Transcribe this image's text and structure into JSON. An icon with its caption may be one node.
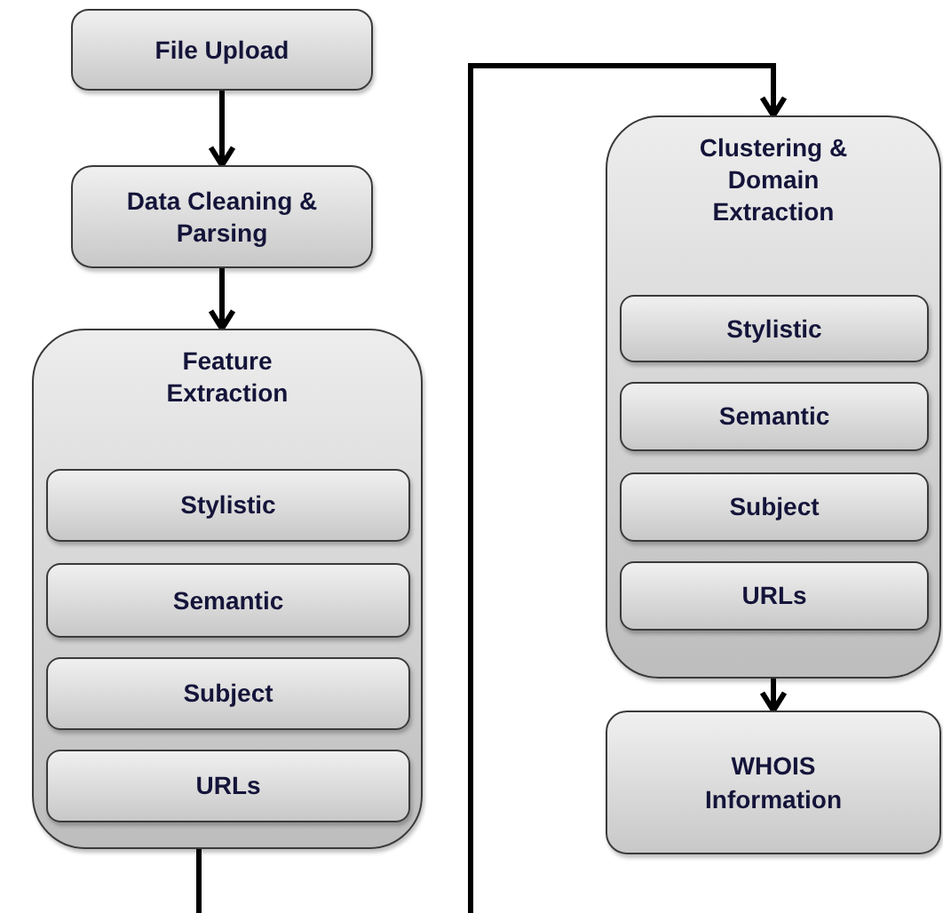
{
  "diagram": {
    "nodes": [
      {
        "text": [
          "File Upload"
        ]
      },
      {
        "text": [
          "Data Cleaning & Parsing"
        ]
      },
      {
        "text": [
          "Feature Extraction"
        ]
      },
      {
        "text": [
          "Stylistic"
        ],
        "in": 2
      },
      {
        "text": [
          "Semantic"
        ],
        "in": 2
      },
      {
        "text": [
          "Subject"
        ],
        "in": 2
      },
      {
        "text": [
          "URLs"
        ],
        "in": 2
      },
      {
        "text": [
          "Clustering & Domain Extraction"
        ]
      },
      {
        "text": [
          "Stylistic"
        ],
        "in": 7
      },
      {
        "text": [
          "Semantic"
        ],
        "in": 7
      },
      {
        "text": [
          "Subject"
        ],
        "in": 7
      },
      {
        "text": [
          "URLs"
        ],
        "in": 7
      },
      {
        "text": [
          "WHOIS Information"
        ]
      }
    ],
    "edges": [
      {
        "from": 0,
        "to": 1,
        "arrow": "to"
      },
      {
        "from": 1,
        "to": 2,
        "arrow": "to"
      },
      {
        "from": 2,
        "to": 7,
        "arrow": "to"
      },
      {
        "from": 7,
        "to": 12,
        "arrow": "to"
      }
    ]
  }
}
